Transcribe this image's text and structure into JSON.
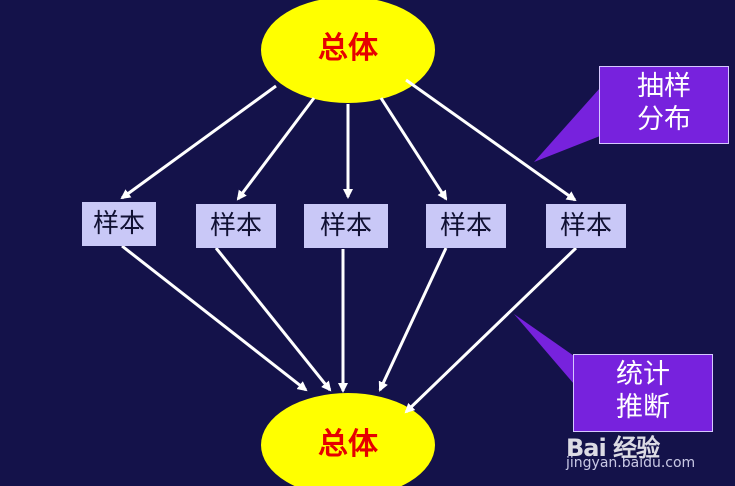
{
  "nodes": {
    "population_top": "总体",
    "population_bottom": "总体",
    "samples": [
      "样本",
      "样本",
      "样本",
      "样本",
      "样本"
    ]
  },
  "callouts": {
    "sampling_distribution": [
      "抽样",
      "分布"
    ],
    "statistical_inference": [
      "统计",
      "推断"
    ]
  },
  "watermark": {
    "logo": "Bai 经验",
    "url": "jingyan.baidu.com"
  },
  "colors": {
    "background": "#14124a",
    "ellipse_fill": "#ffff00",
    "ellipse_text": "#e60000",
    "sample_fill": "#c9c8f7",
    "callout_fill": "#7722dd",
    "arrow": "#ffffff"
  }
}
